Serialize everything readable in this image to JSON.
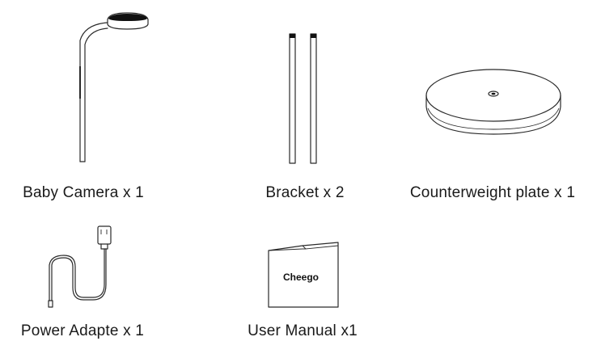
{
  "items": [
    {
      "label": "Baby Camera x 1"
    },
    {
      "label": "Bracket x 2"
    },
    {
      "label": "Counterweight plate x 1"
    },
    {
      "label": "Power Adapte x 1"
    },
    {
      "label": "User Manual x1"
    }
  ],
  "manual_cover_text": "Cheego"
}
